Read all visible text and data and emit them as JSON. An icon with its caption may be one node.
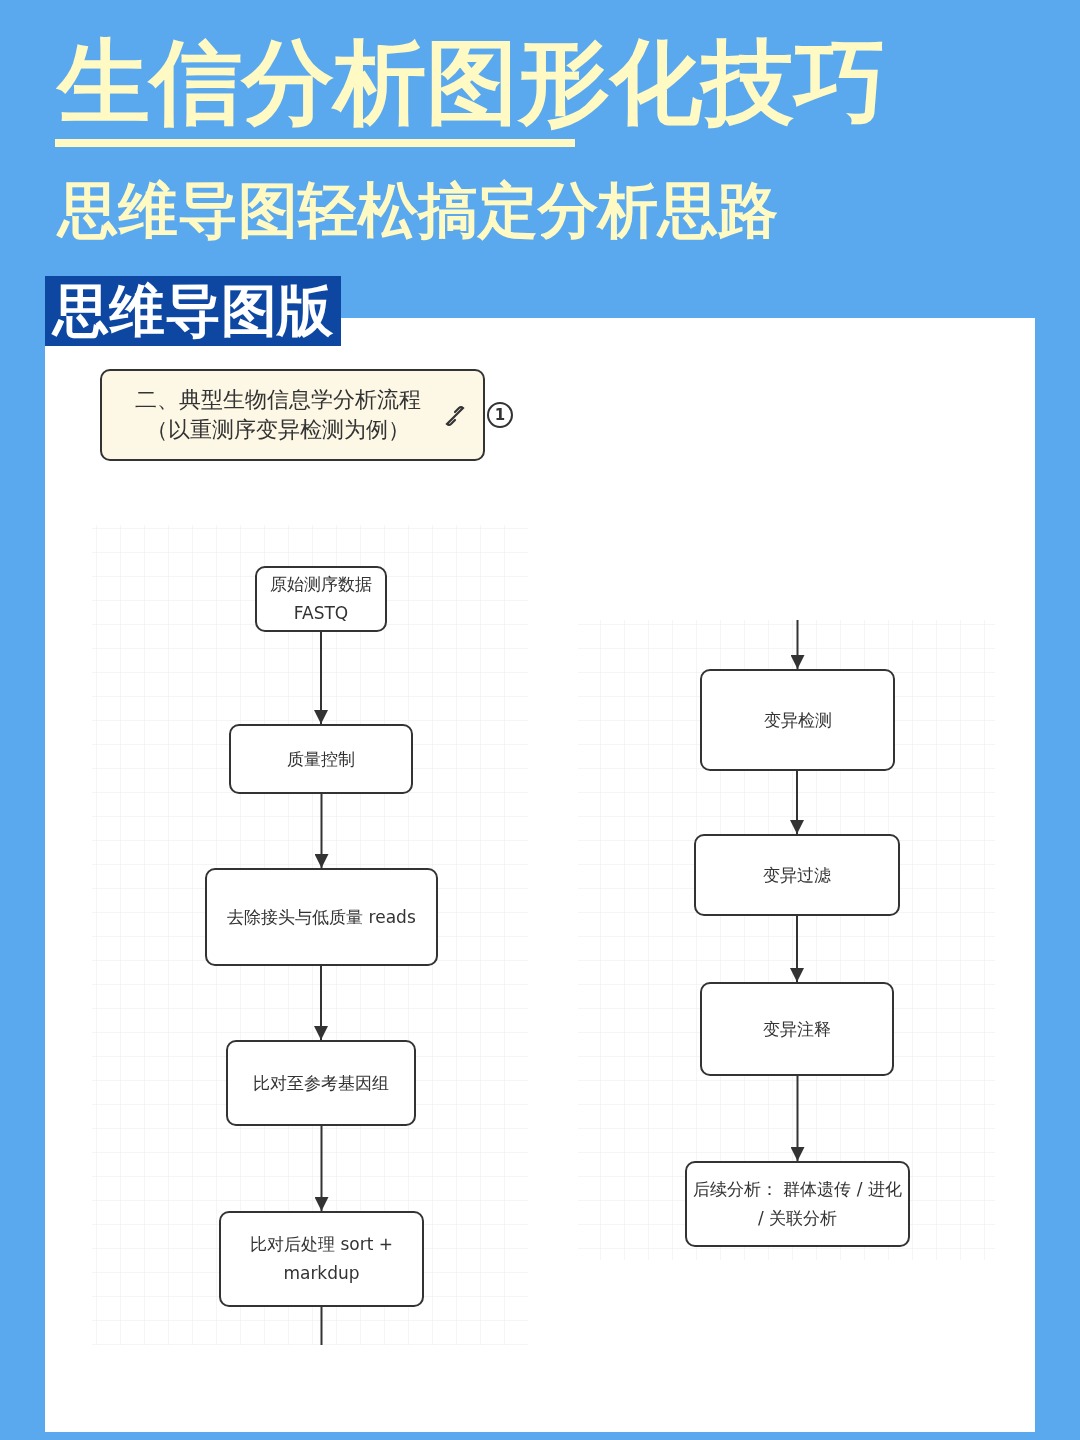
{
  "diagram": {
    "title": "生信分析图形化技巧",
    "nodes": [
      {
        "text": [
          "二、典型生物信息学分析流程（以重测序变异检测为例）"
        ],
        "beside": [
          "1"
        ]
      },
      {
        "text": [
          "原始测序数据 FASTQ"
        ]
      },
      {
        "text": [
          "质量控制"
        ]
      },
      {
        "text": [
          "去除接头与低质量 reads"
        ]
      },
      {
        "text": [
          "比对至参考基因组"
        ]
      },
      {
        "text": [
          "比对后处理 sort + markdup"
        ]
      },
      {
        "text": [
          "变异检测"
        ]
      },
      {
        "text": [
          "变异过滤"
        ]
      },
      {
        "text": [
          "变异注释"
        ]
      },
      {
        "text": [
          "后续分析： 群体遗传 / 进化 / 关联分析"
        ]
      }
    ],
    "edges": [
      {
        "from": 1,
        "to": 2,
        "arrow": "to"
      },
      {
        "from": 2,
        "to": 3,
        "arrow": "to"
      },
      {
        "from": 3,
        "to": 4,
        "arrow": "to"
      },
      {
        "from": 4,
        "to": 5,
        "arrow": "to"
      },
      {
        "from": 5,
        "to": null,
        "arrow": "none"
      },
      {
        "from": null,
        "to": 6,
        "arrow": "to"
      },
      {
        "from": 6,
        "to": 7,
        "arrow": "to"
      },
      {
        "from": 7,
        "to": 8,
        "arrow": "to"
      },
      {
        "from": 8,
        "to": 9,
        "arrow": "to"
      }
    ],
    "labels": [
      "思维导图轻松搞定分析思路",
      "思维导图版"
    ]
  }
}
